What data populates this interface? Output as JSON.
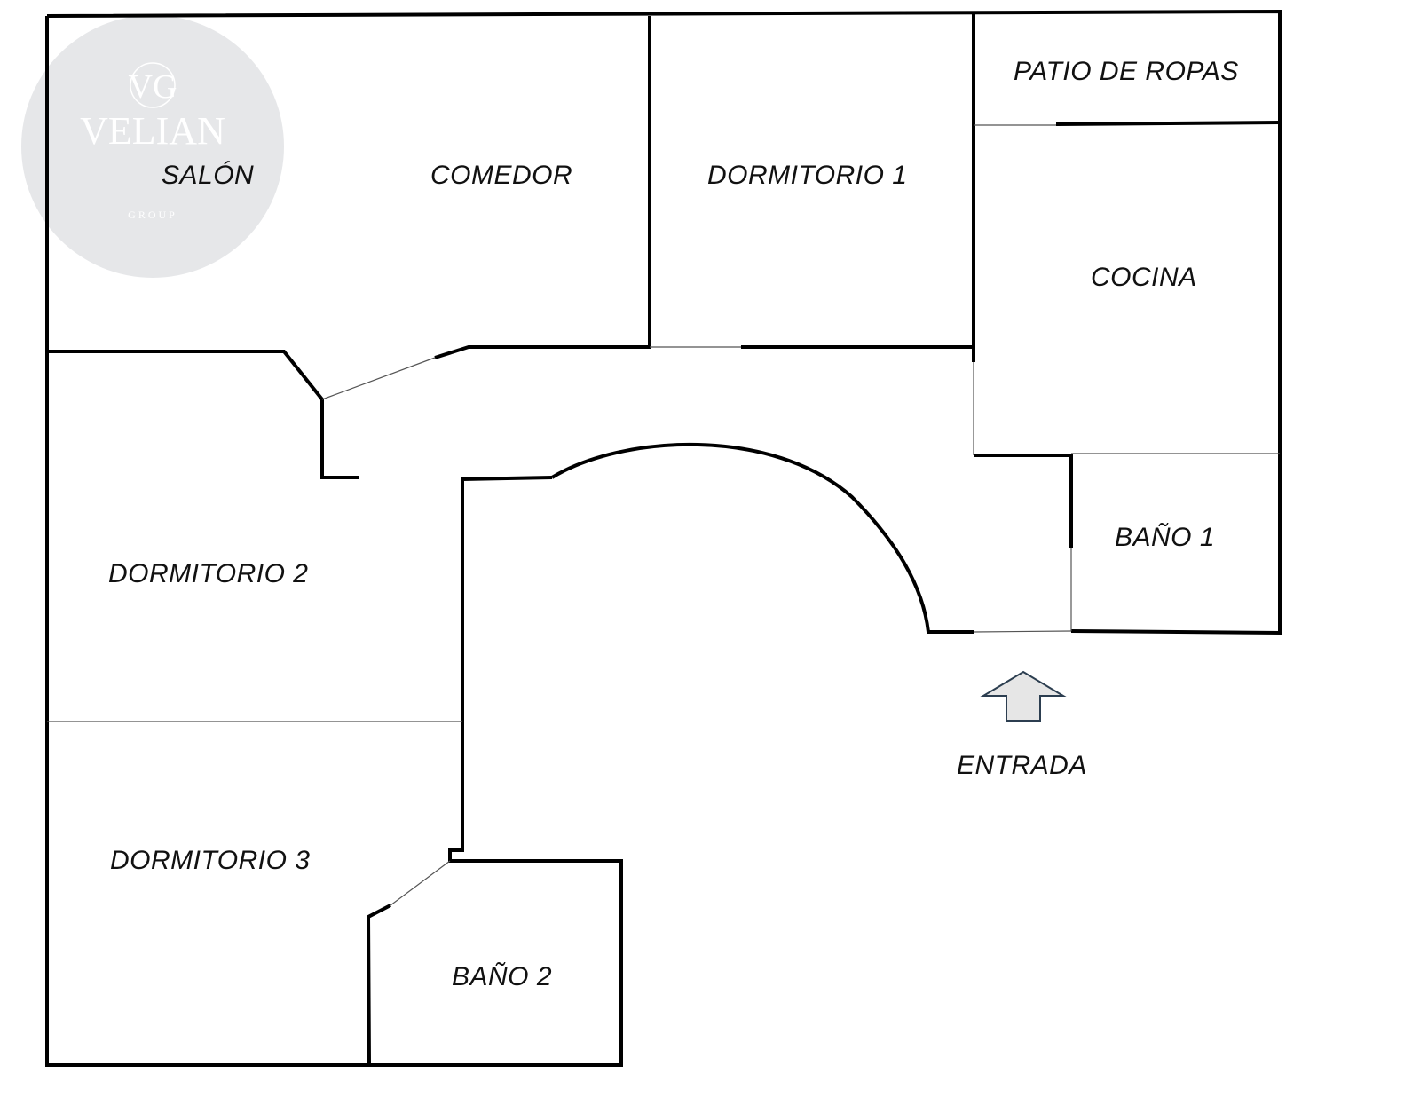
{
  "logo": {
    "monogram": "VG",
    "name": "VELIAN",
    "sub": "GROUP"
  },
  "rooms": {
    "salon": "SALÓN",
    "comedor": "COMEDOR",
    "dormitorio1": "DORMITORIO 1",
    "patio": "PATIO DE ROPAS",
    "cocina": "COCINA",
    "bano1": "BAÑO 1",
    "dormitorio2": "DORMITORIO 2",
    "dormitorio3": "DORMITORIO 3",
    "bano2": "BAÑO 2",
    "entrada": "ENTRADA"
  },
  "colors": {
    "logo_bg": "#e6e7e9",
    "arrow_fill": "#e6e6e6"
  }
}
